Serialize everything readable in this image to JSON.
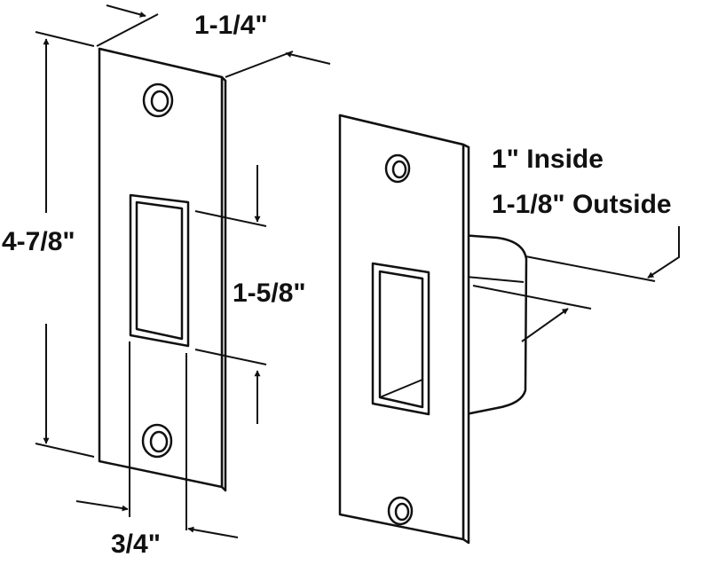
{
  "labels": {
    "width": "1-1/4\"",
    "height": "4-7/8\"",
    "opening_height": "1-5/8\"",
    "opening_width": "3/4\"",
    "depth_inside": "1\" Inside",
    "depth_outside": "1-1/8\" Outside"
  },
  "colors": {
    "line": "#111111",
    "fill": "#ffffff"
  }
}
